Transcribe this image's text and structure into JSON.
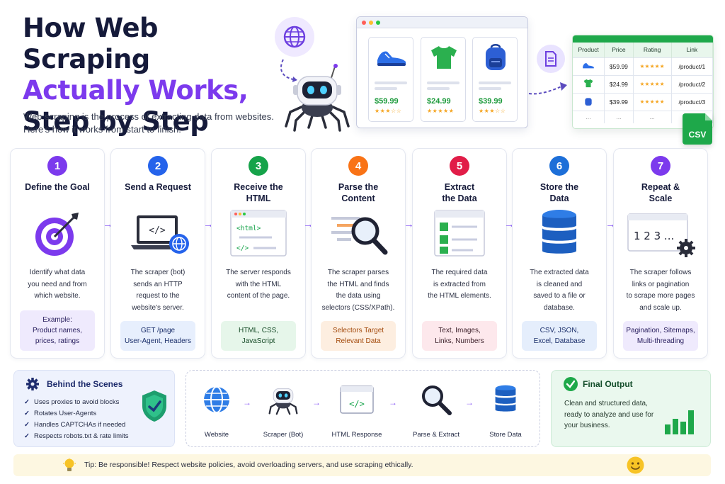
{
  "header": {
    "title_line1": "How Web Scraping",
    "title_line2": "Actually Works,",
    "title_line3": "Step by Step",
    "subtitle": "Web scraping is the process of extracting data from websites. Here's how it works from start to finish."
  },
  "hero": {
    "products": [
      {
        "name": "sneaker",
        "price": "$59.99",
        "stars": "★★★☆☆"
      },
      {
        "name": "t-shirt",
        "price": "$24.99",
        "stars": "★★★★★"
      },
      {
        "name": "backpack",
        "price": "$39.99",
        "stars": "★★★☆☆"
      }
    ],
    "sheet": {
      "headers": [
        "Product",
        "Price",
        "Rating",
        "Link"
      ],
      "rows": [
        {
          "price": "$59.99",
          "rating": "★★★★★",
          "link": "/product/1"
        },
        {
          "price": "$24.99",
          "rating": "★★★★★",
          "link": "/product/2"
        },
        {
          "price": "$39.99",
          "rating": "★★★★★",
          "link": "/product/3"
        }
      ],
      "ellipsis": "...",
      "badge": "CSV"
    }
  },
  "steps": [
    {
      "num": "1",
      "title": "Define the Goal",
      "desc": "Identify what data\nyou need and from\nwhich website.",
      "tag": "Example:\nProduct names,\nprices, ratings",
      "color": "#7c3aed",
      "tag_bg": "#efeafd",
      "tag_fg": "#2a2060",
      "icon": "target-icon"
    },
    {
      "num": "2",
      "title": "Send a Request",
      "desc": "The scraper (bot)\nsends an HTTP\nrequest to the\nwebsite's server.",
      "tag": "GET /page\nUser-Agent, Headers",
      "color": "#2563eb",
      "tag_bg": "#e7effd",
      "tag_fg": "#1b2f6b",
      "icon": "laptop-globe-icon"
    },
    {
      "num": "3",
      "title": "Receive the\nHTML",
      "desc": "The server responds\nwith the HTML\ncontent of the page.",
      "tag": "HTML, CSS,\nJavaScript",
      "color": "#16a34a",
      "tag_bg": "#e6f6ea",
      "tag_fg": "#154a26",
      "icon": "html-window-icon"
    },
    {
      "num": "4",
      "title": "Parse the\nContent",
      "desc": "The scraper parses\nthe HTML and finds\nthe data using\nselectors (CSS/XPath).",
      "tag": "Selectors Target\nRelevant Data",
      "color": "#f97316",
      "tag_bg": "#fdeee0",
      "tag_fg": "#a34a0c",
      "icon": "magnifier-icon"
    },
    {
      "num": "5",
      "title": "Extract\nthe Data",
      "desc": "The required data\nis extracted from\nthe HTML elements.",
      "tag": "Text, Images,\nLinks, Numbers",
      "color": "#e11d48",
      "tag_bg": "#fde8ec",
      "tag_fg": "#3b1e28",
      "icon": "extract-window-icon"
    },
    {
      "num": "6",
      "title": "Store the\nData",
      "desc": "The extracted data\nis cleaned and\nsaved to a file or\ndatabase.",
      "tag": "CSV, JSON,\nExcel, Database",
      "color": "#1d6fd8",
      "tag_bg": "#e5eefc",
      "tag_fg": "#1b2f6b",
      "icon": "database-icon"
    },
    {
      "num": "7",
      "title": "Repeat &\nScale",
      "desc": "The scraper follows\nlinks or pagination\nto scrape more pages\nand scale up.",
      "tag": "Pagination, Sitemaps,\nMulti-threading",
      "color": "#7c3aed",
      "tag_bg": "#efeafd",
      "tag_fg": "#2a2060",
      "icon": "pagination-gear-icon"
    }
  ],
  "behind": {
    "title": "Behind the Scenes",
    "items": [
      "Uses proxies to avoid blocks",
      "Rotates User-Agents",
      "Handles CAPTCHAs if needed",
      "Respects robots.txt & rate limits"
    ]
  },
  "flow": {
    "items": [
      {
        "label": "Website"
      },
      {
        "label": "Scraper (Bot)"
      },
      {
        "label": "HTML Response"
      },
      {
        "label": "Parse & Extract"
      },
      {
        "label": "Store Data"
      }
    ]
  },
  "final": {
    "title": "Final Output",
    "desc": "Clean and structured data, ready to analyze and use for your business."
  },
  "tip": {
    "text": "Tip: Be responsible! Respect website policies, avoid overloading servers, and use scraping ethically."
  }
}
